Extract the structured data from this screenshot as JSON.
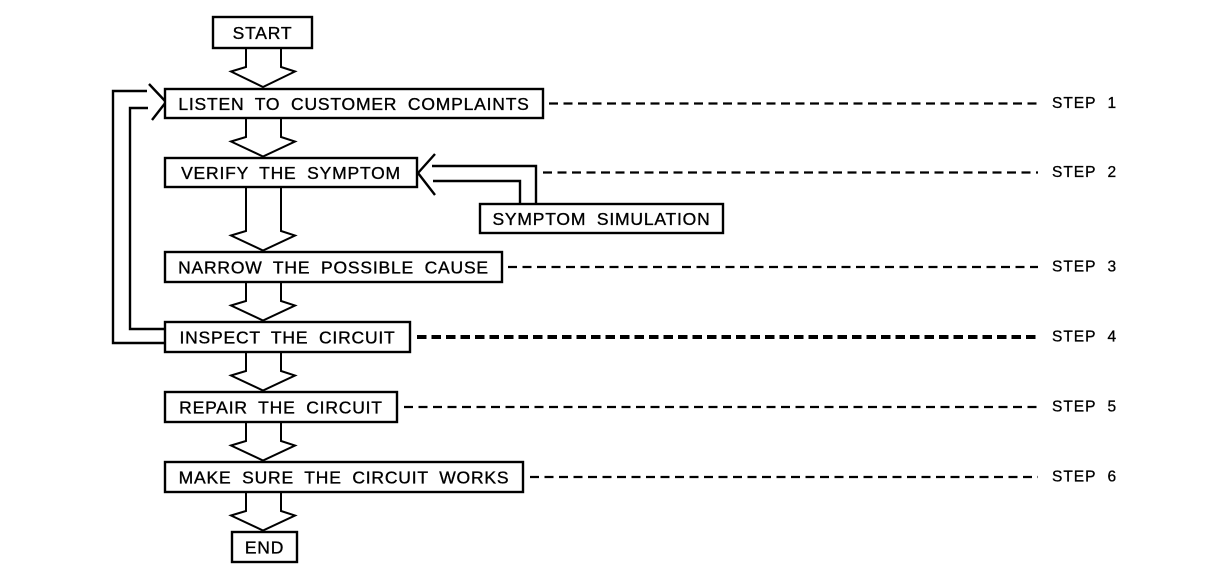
{
  "diagram": {
    "type": "flowchart",
    "colors": {
      "ink": "#000000",
      "background": "#ffffff",
      "box_fill": "#ffffff"
    },
    "nodes": {
      "start": {
        "label": "START"
      },
      "listen": {
        "label": "LISTEN TO CUSTOMER COMPLAINTS",
        "step": "STEP 1"
      },
      "verify": {
        "label": "VERIFY THE SYMPTOM",
        "step": "STEP 2"
      },
      "symptom_simulation": {
        "label": "SYMPTOM SIMULATION"
      },
      "narrow": {
        "label": "NARROW THE POSSIBLE CAUSE",
        "step": "STEP 3"
      },
      "inspect": {
        "label": "INSPECT THE CIRCUIT",
        "step": "STEP 4"
      },
      "repair": {
        "label": "REPAIR THE CIRCUIT",
        "step": "STEP 5"
      },
      "make_sure": {
        "label": "MAKE SURE THE CIRCUIT WORKS",
        "step": "STEP 6"
      },
      "end": {
        "label": "END"
      }
    },
    "edges": [
      {
        "from": "start",
        "to": "listen",
        "style": "block-arrow"
      },
      {
        "from": "listen",
        "to": "verify",
        "style": "block-arrow"
      },
      {
        "from": "verify",
        "to": "narrow",
        "style": "block-arrow"
      },
      {
        "from": "symptom_simulation",
        "to": "verify",
        "style": "open-arrow"
      },
      {
        "from": "narrow",
        "to": "inspect",
        "style": "block-arrow"
      },
      {
        "from": "inspect",
        "to": "repair",
        "style": "block-arrow"
      },
      {
        "from": "inspect",
        "to": "listen",
        "style": "feedback-loop"
      },
      {
        "from": "repair",
        "to": "make_sure",
        "style": "block-arrow"
      },
      {
        "from": "make_sure",
        "to": "end",
        "style": "block-arrow"
      }
    ]
  }
}
